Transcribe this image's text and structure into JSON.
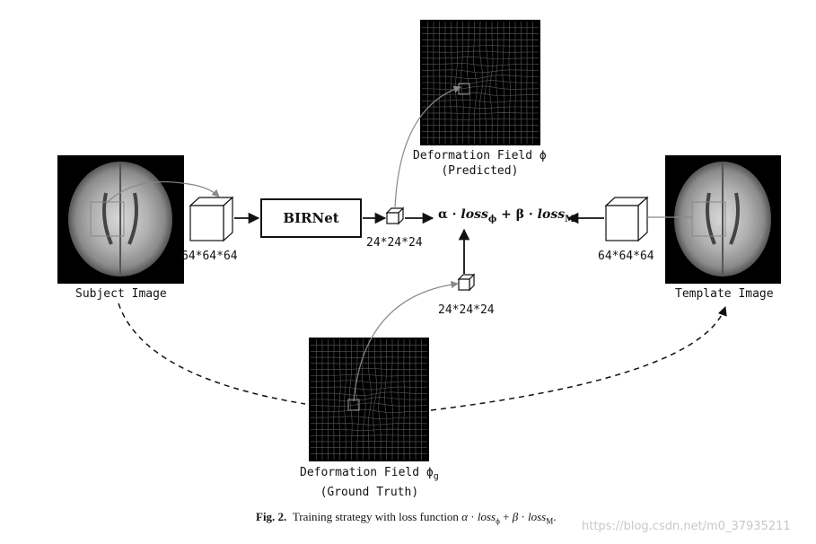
{
  "nodes": {
    "subject_image": {
      "label": "Subject Image",
      "size": "64*64*64"
    },
    "template_image": {
      "label": "Template Image",
      "size": "64*64*64"
    },
    "birnet": {
      "label": "BIRNet"
    },
    "predicted_field": {
      "label_line1": "Deformation Field ϕ",
      "label_line2": "(Predicted)",
      "size": "24*24*24"
    },
    "ground_truth_field": {
      "label_line1": "Deformation Field ϕ",
      "label_sub": "g",
      "label_line2": "(Ground Truth)",
      "size": "24*24*24"
    }
  },
  "loss": {
    "alpha": "α",
    "dot": " · ",
    "loss": "loss",
    "phi": "ϕ",
    "plus": " + ",
    "beta": "β",
    "m": "M"
  },
  "caption": {
    "prefix": "Fig. 2.",
    "text": "Training strategy with loss function ",
    "alpha": "α",
    "dot": " · ",
    "loss": "loss",
    "phi": "ϕ",
    "plus": " + ",
    "beta": "β",
    "m": "M",
    "end": "."
  },
  "watermark": "https://blog.csdn.net/m0_37935211",
  "colors": {
    "arrow": "#111111",
    "connector": "#888888",
    "grid": "#5a5a5a",
    "panel": "#000000"
  }
}
